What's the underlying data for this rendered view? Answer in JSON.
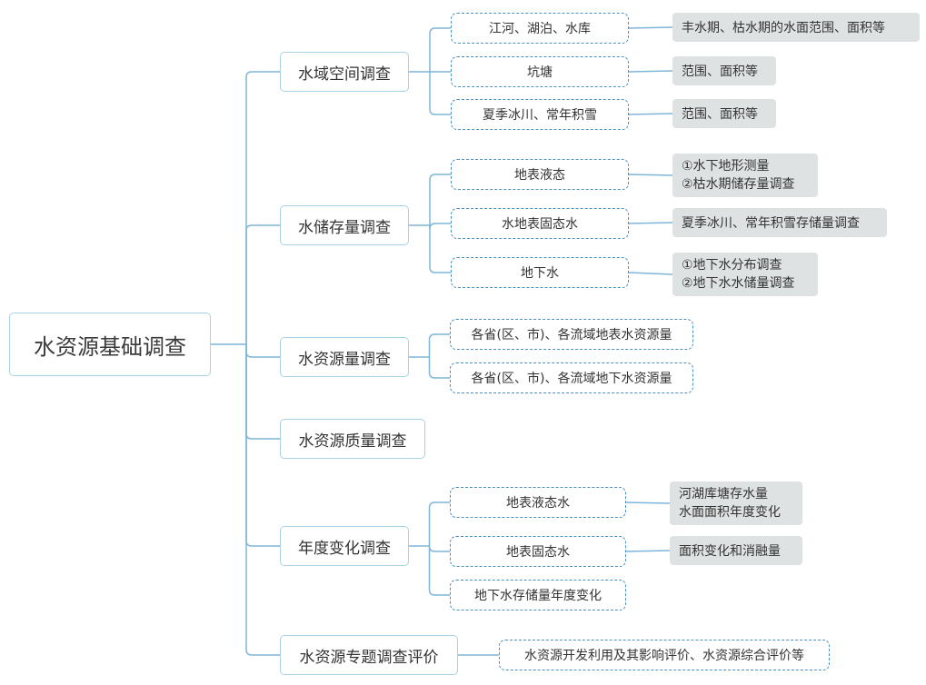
{
  "root": {
    "label": "水资源基础调查"
  },
  "categories": [
    {
      "label": "水域空间调查",
      "items": [
        {
          "label": "江河、湖泊、水库",
          "details": [
            "丰水期、枯水期的水面范围、面积等"
          ]
        },
        {
          "label": "坑塘",
          "details": [
            "范围、面积等"
          ]
        },
        {
          "label": "夏季冰川、常年积雪",
          "details": [
            "范围、面积等"
          ]
        }
      ]
    },
    {
      "label": "水储存量调查",
      "items": [
        {
          "label": "地表液态",
          "details": [
            "①水下地形测量",
            "②枯水期储存量调查"
          ]
        },
        {
          "label": "水地表固态水",
          "details": [
            "夏季冰川、常年积雪存储量调查"
          ]
        },
        {
          "label": "地下水",
          "details": [
            "①地下水分布调查",
            "②地下水水储量调查"
          ]
        }
      ]
    },
    {
      "label": "水资源量调查",
      "items": [
        {
          "label": "各省(区、市)、各流域地表水资源量",
          "details": []
        },
        {
          "label": "各省(区、市)、各流域地下水资源量",
          "details": []
        }
      ]
    },
    {
      "label": "水资源质量调查",
      "items": []
    },
    {
      "label": "年度变化调查",
      "items": [
        {
          "label": "地表液态水",
          "details": [
            "河湖库塘存水量",
            "水面面积年度变化"
          ]
        },
        {
          "label": "地表固态水",
          "details": [
            "面积变化和消融量"
          ]
        },
        {
          "label": "地下水存储量年度变化",
          "details": []
        }
      ]
    },
    {
      "label": "水资源专题调查评价",
      "items": [
        {
          "label": "水资源开发利用及其影响评价、水资源综合评价等",
          "details": []
        }
      ]
    }
  ],
  "colors": {
    "connector": "#7eb5d8",
    "box_border": "#a9d1e6",
    "dashed_border": "#4a8fc0",
    "detail_fill": "#dfe2e3",
    "text": "#333333"
  }
}
